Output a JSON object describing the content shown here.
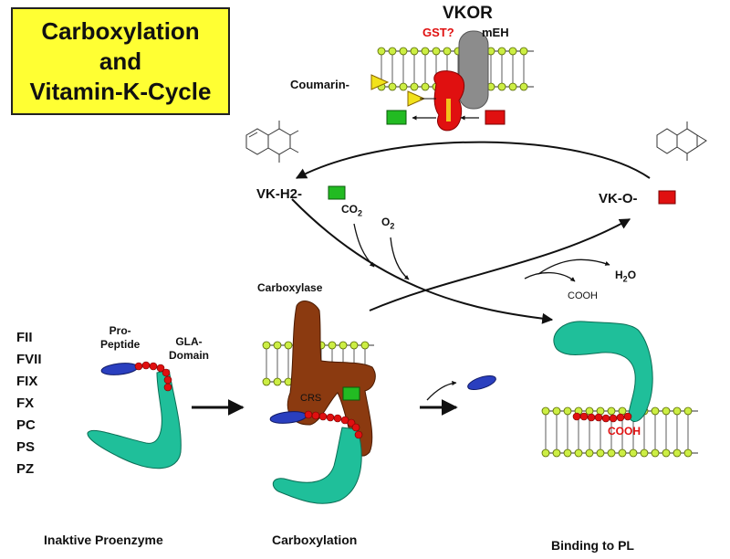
{
  "title": {
    "line1": "Carboxylation",
    "line2": "and",
    "line3": "Vitamin-K-Cycle"
  },
  "vkor": {
    "label": "VKOR",
    "gst": "GST?",
    "meh": "mEH"
  },
  "coumarin": {
    "label": "Coumarin-"
  },
  "cycle": {
    "vk_h2": "VK-H2-",
    "vk_o": "VK-O-",
    "co2": "CO",
    "co2_sub": "2",
    "o2": "O",
    "o2_sub": "2",
    "h2o_h": "H",
    "h2o_sub": "2",
    "h2o_o": "O",
    "cooh": "COOH"
  },
  "factors": [
    "FII",
    "FVII",
    "FIX",
    "FX",
    "PC",
    "PS",
    "PZ"
  ],
  "proenzyme": {
    "pro_line1": "Pro-",
    "pro_line2": "Peptide",
    "gla_line1": "GLA-",
    "gla_line2": "Domain"
  },
  "carboxylase": {
    "label": "Carboxylase",
    "crs": "CRS"
  },
  "bound": {
    "cooh": "COOH"
  },
  "captions": {
    "left": "Inaktive Proenzyme",
    "middle": "Carboxylation",
    "right": "Binding to PL"
  },
  "colors": {
    "title_bg": "#ffff33",
    "green": "#22bb22",
    "red": "#e01010",
    "teal": "#1fbf9a",
    "brown": "#8b3a10",
    "blue": "#2a3fbf",
    "lipid": "#ccee44",
    "gst_text": "#e01010"
  },
  "icons": [
    "coumarin-triangle-icon",
    "vitamin-k-hydroquinone-structure-icon",
    "vitamin-k-epoxide-structure-icon"
  ]
}
